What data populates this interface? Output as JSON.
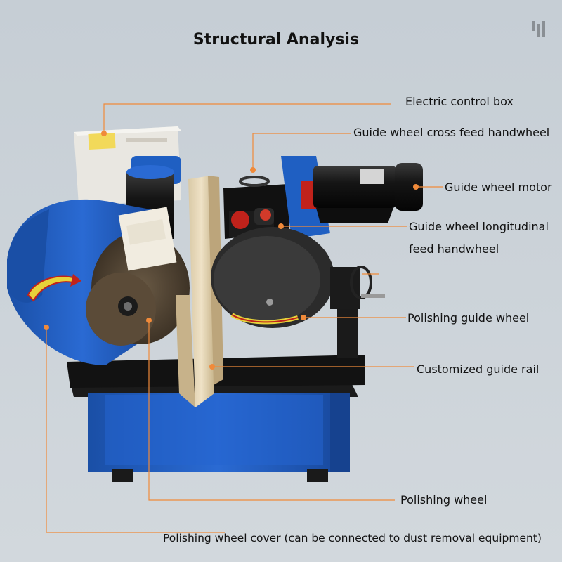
{
  "diagram": {
    "title": "Structural Analysis",
    "labels": {
      "control_box": "Electric control box",
      "cross_feed": "Guide wheel cross feed handwheel",
      "guide_motor": "Guide wheel motor",
      "long_feed_line1": "Guide wheel longitudinal",
      "long_feed_line2": "feed handwheel",
      "guide_wheel": "Polishing guide wheel",
      "guide_rail": "Customized guide rail",
      "polish_wheel": "Polishing wheel",
      "wheel_cover": "Polishing wheel cover (can be connected to dust removal equipment)"
    }
  },
  "colors": {
    "background": "#c9d0d6",
    "machine_blue": "#1f5fc2",
    "leader_line": "#f08a3a"
  }
}
